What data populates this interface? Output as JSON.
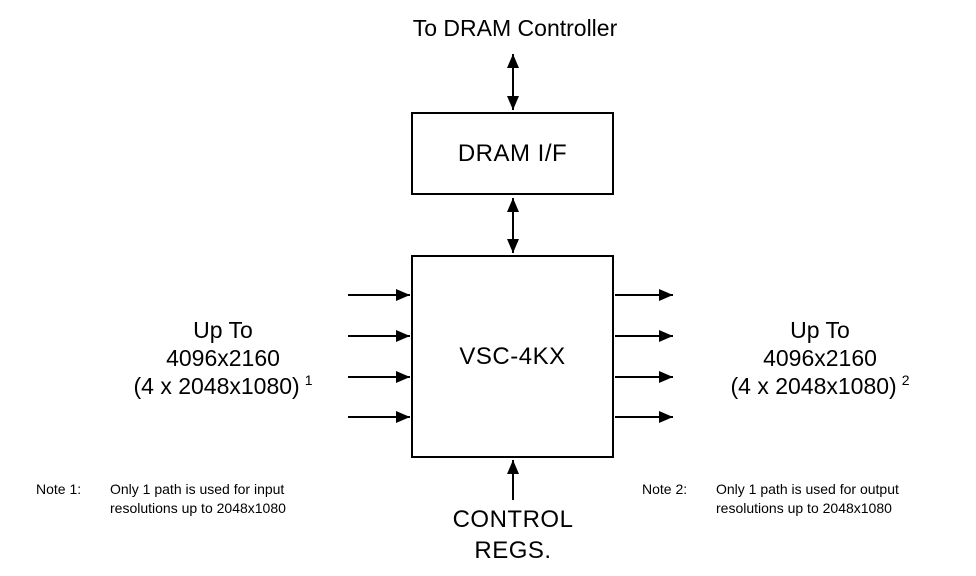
{
  "labels": {
    "to_dram_controller": "To DRAM Controller",
    "left": {
      "line1": "Up To",
      "line2": "4096x2160",
      "line3": "(4 x 2048x1080)",
      "sup": "1"
    },
    "right": {
      "line1": "Up To",
      "line2": "4096x2160",
      "line3": "(4 x 2048x1080)",
      "sup": "2"
    },
    "control": {
      "line1": "CONTROL",
      "line2": "REGS."
    }
  },
  "boxes": {
    "dram_if": "DRAM I/F",
    "vsc_4kx": "VSC-4KX"
  },
  "notes": {
    "note1": {
      "label": "Note 1:",
      "line1": "Only 1 path is used for input",
      "line2": "resolutions up to 2048x1080"
    },
    "note2": {
      "label": "Note 2:",
      "line1": "Only 1 path is used for output",
      "line2": "resolutions up to 2048x1080"
    }
  },
  "colors": {
    "background": "#ffffff",
    "line": "#000000",
    "text": "#000000"
  }
}
